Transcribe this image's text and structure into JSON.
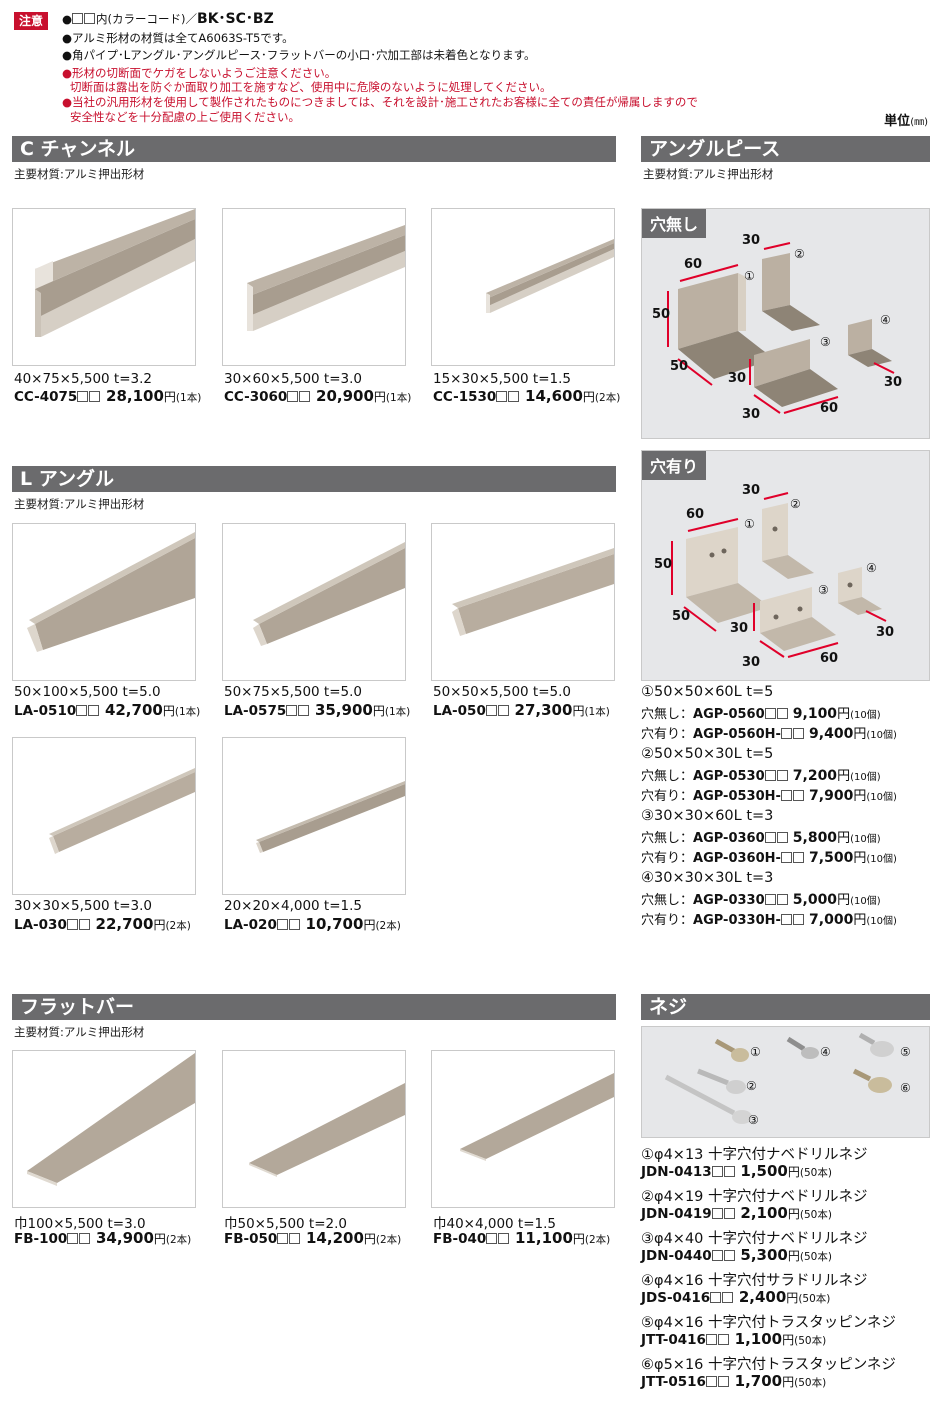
{
  "notes": {
    "badge": "注意",
    "line1_prefix": "●",
    "line1_mid": "内(カラーコード)／",
    "line1_codes": "BK･SC･BZ",
    "line2": "●アルミ形材の材質は全てA6063S-T5です。",
    "line3": "●角パイプ･Lアングル･アングルピース･フラットバーの小口･穴加工部は未着色となります。",
    "line4": "●形材の切断面でケガをしないようご注意ください。",
    "line5": "切断面は露出を防ぐか面取り加工を施すなど、使用中に危険のないように処理してください。",
    "line6": "●当社の汎用形材を使用して製作されたものにつきましては、それを設計･施工されたお客様に全ての責任が帰属しますので",
    "line7": "安全性などを十分配慮の上ご使用ください。",
    "unit_label": "単位",
    "unit_value": "(㎜)"
  },
  "sections": {
    "c_channel": {
      "title": "C チャンネル",
      "material": "主要材質:アルミ押出形材"
    },
    "l_angle": {
      "title": "L アングル",
      "material": "主要材質:アルミ押出形材"
    },
    "flat_bar": {
      "title": "フラットバー",
      "material": "主要材質:アルミ押出形材"
    },
    "angle_piece": {
      "title": "アングルピース",
      "material": "主要材質:アルミ押出形材"
    },
    "screw": {
      "title": "ネジ"
    }
  },
  "c_products": [
    {
      "spec": "40×75×5,500 t=3.2",
      "code": "CC-4075",
      "price": "28,100",
      "yen": "円",
      "qty": "(1本)"
    },
    {
      "spec": "30×60×5,500 t=3.0",
      "code": "CC-3060",
      "price": "20,900",
      "yen": "円",
      "qty": "(1本)"
    },
    {
      "spec": "15×30×5,500 t=1.5",
      "code": "CC-1530",
      "price": "14,600",
      "yen": "円",
      "qty": "(2本)"
    }
  ],
  "l_products": [
    {
      "spec": "50×100×5,500 t=5.0",
      "code": "LA-0510",
      "price": "42,700",
      "yen": "円",
      "qty": "(1本)"
    },
    {
      "spec": "50×75×5,500 t=5.0",
      "code": "LA-0575",
      "price": "35,900",
      "yen": "円",
      "qty": "(1本)"
    },
    {
      "spec": "50×50×5,500 t=5.0",
      "code": "LA-050",
      "price": "27,300",
      "yen": "円",
      "qty": "(1本)"
    },
    {
      "spec": "30×30×5,500 t=3.0",
      "code": "LA-030",
      "price": "22,700",
      "yen": "円",
      "qty": "(2本)"
    },
    {
      "spec": "20×20×4,000 t=1.5",
      "code": "LA-020",
      "price": "10,700",
      "yen": "円",
      "qty": "(2本)"
    }
  ],
  "f_products": [
    {
      "spec": "巾100×5,500 t=3.0",
      "code": "FB-100",
      "price": "34,900",
      "yen": "円",
      "qty": "(2本)"
    },
    {
      "spec": "巾50×5,500 t=2.0",
      "code": "FB-050",
      "price": "14,200",
      "yen": "円",
      "qty": "(2本)"
    },
    {
      "spec": "巾40×4,000 t=1.5",
      "code": "FB-040",
      "price": "11,100",
      "yen": "円",
      "qty": "(2本)"
    }
  ],
  "angle_piece": {
    "no_hole_tag": "穴無し",
    "hole_tag": "穴有り",
    "dims": {
      "d60a": "60",
      "d30a": "30",
      "d50a": "50",
      "d50b": "50",
      "d30b": "30",
      "d30c": "30",
      "d60b": "60",
      "d30d": "30"
    },
    "marks": {
      "m1": "①",
      "m2": "②",
      "m3": "③",
      "m4": "④"
    },
    "items": [
      {
        "head": "①50×50×60L t=5",
        "no_label": "穴無し：",
        "no_code": "AGP-0560",
        "no_price": "9,100",
        "no_yen": "円",
        "no_qty": "(10個)",
        "h_label": "穴有り：",
        "h_code": "AGP-0560H-",
        "h_price": "9,400",
        "h_yen": "円",
        "h_qty": "(10個)"
      },
      {
        "head": "②50×50×30L t=5",
        "no_label": "穴無し：",
        "no_code": "AGP-0530",
        "no_price": "7,200",
        "no_yen": "円",
        "no_qty": "(10個)",
        "h_label": "穴有り：",
        "h_code": "AGP-0530H-",
        "h_price": "7,900",
        "h_yen": "円",
        "h_qty": "(10個)"
      },
      {
        "head": "③30×30×60L t=3",
        "no_label": "穴無し：",
        "no_code": "AGP-0360",
        "no_price": "5,800",
        "no_yen": "円",
        "no_qty": "(10個)",
        "h_label": "穴有り：",
        "h_code": "AGP-0360H-",
        "h_price": "7,500",
        "h_yen": "円",
        "h_qty": "(10個)"
      },
      {
        "head": "④30×30×30L t=3",
        "no_label": "穴無し：",
        "no_code": "AGP-0330",
        "no_price": "5,000",
        "no_yen": "円",
        "no_qty": "(10個)",
        "h_label": "穴有り：",
        "h_code": "AGP-0330H-",
        "h_price": "7,000",
        "h_yen": "円",
        "h_qty": "(10個)"
      }
    ]
  },
  "screws": {
    "marks": {
      "s1": "①",
      "s2": "②",
      "s3": "③",
      "s4": "④",
      "s5": "⑤",
      "s6": "⑥"
    },
    "items": [
      {
        "head": "①φ4×13 十字穴付ナベドリルネジ",
        "code": "JDN-0413",
        "price": "1,500",
        "yen": "円",
        "qty": "(50本)"
      },
      {
        "head": "②φ4×19 十字穴付ナベドリルネジ",
        "code": "JDN-0419",
        "price": "2,100",
        "yen": "円",
        "qty": "(50本)"
      },
      {
        "head": "③φ4×40 十字穴付ナベドリルネジ",
        "code": "JDN-0440",
        "price": "5,300",
        "yen": "円",
        "qty": "(50本)"
      },
      {
        "head": "④φ4×16 十字穴付サラドリルネジ",
        "code": "JDS-0416",
        "price": "2,400",
        "yen": "円",
        "qty": "(50本)"
      },
      {
        "head": "⑤φ4×16 十字穴付トラスタッピンネジ",
        "code": "JTT-0416",
        "price": "1,100",
        "yen": "円",
        "qty": "(50本)"
      },
      {
        "head": "⑥φ5×16 十字穴付トラスタッピンネジ",
        "code": "JTT-0516",
        "price": "1,700",
        "yen": "円",
        "qty": "(50本)"
      }
    ]
  },
  "colors": {
    "accent_red": "#c8102e",
    "header_gray": "#6b6b6d",
    "aluminium": "#b3a89a",
    "dim_red": "#e0002a"
  }
}
